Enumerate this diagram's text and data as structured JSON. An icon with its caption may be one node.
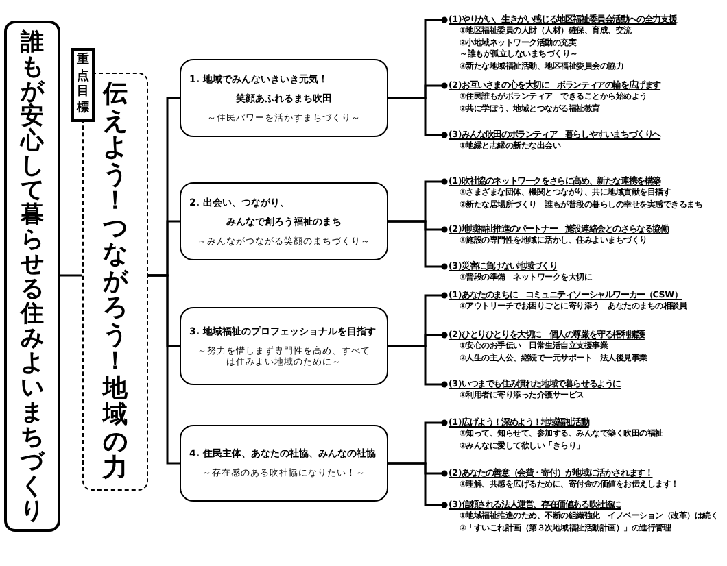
{
  "diagram": {
    "nodes": [
      {
        "text": [
          "誰もが安心して暮らせる住みよいまちづくり"
        ]
      },
      {
        "text": [
          "重点目標"
        ]
      },
      {
        "text": [
          "伝えよう！つながろう！地域の力"
        ]
      },
      {
        "text": [
          "1. 地域でみんないきいき元気！",
          "笑顔あふれるまち吹田",
          "～住民パワーを活かすまちづくり～"
        ]
      },
      {
        "text": [
          "2. 出会い、つながり、",
          "みんなで創ろう福祉のまち",
          "～みんながつながる笑顔のまちづくり～"
        ]
      },
      {
        "text": [
          "3. 地域福祉のプロフェッショナルを目指す",
          "～努力を惜しまず専門性を高め、すべては住みよい地域のために～"
        ]
      },
      {
        "text": [
          "4. 住民主体、あなたの社協、みんなの社協",
          "～存在感のある吹社協になりたい！～"
        ]
      },
      {
        "text": [
          "(1)やりがい、生きがい感じる地区福祉委員会活動への全力支援",
          "①地区福祉委員の人財（人材）確保、育成、交流",
          "②小地域ネットワーク活動の充実",
          "～誰もが孤立しないまちづくり～",
          "③新たな地域福祉活動、地区福祉委員会の協力"
        ]
      },
      {
        "text": [
          "(2)お互いさまの心を大切に　ボランティアの輪を広げます",
          "①住民誰もがボランティア　できることから始めよう",
          "②共に学ぼう、地域とつながる福祉教育"
        ]
      },
      {
        "text": [
          "(3)みんな吹田のボランティア　暮らしやすいまちづくりへ",
          "①地縁と志縁の新たな出会い"
        ]
      },
      {
        "text": [
          "(1)吹社協のネットワークをさらに高め、新たな連携を構築",
          "①さまざまな団体、機関とつながり、共に地域貢献を目指す",
          "②新たな居場所づくり　誰もが普段の暮らしの幸せを実感できるまち"
        ]
      },
      {
        "text": [
          "(2)地域福祉推進のパートナー　施設連絡会とのさらなる協働",
          "①施設の専門性を地域に活かし、住みよいまちづくり"
        ]
      },
      {
        "text": [
          "(3)災害に負けない地域づくり",
          "①普段の準備　ネットワークを大切に"
        ]
      },
      {
        "text": [
          "(1)あなたのまちに　コミュニティソーシャルワーカー（CSW）",
          "①アウトリーチでお困りごとに寄り添う　あなたのまちの相談員"
        ]
      },
      {
        "text": [
          "(2)ひとりひとりを大切に　個人の尊厳を守る権利擁護",
          "①安心のお手伝い　日常生活自立支援事業",
          "②人生の主人公、継続で一元サポート　法人後見事業"
        ]
      },
      {
        "text": [
          "(3)いつまでも住み慣れた地域で暮らせるように",
          "①利用者に寄り添った介護サービス"
        ]
      },
      {
        "text": [
          "(1)広げよう！深めよう！地域福祉活動",
          "①知って、知らせて、参加する、みんなで築く吹田の福祉",
          "②みんなに愛して欲しい「きらり」"
        ]
      },
      {
        "text": [
          "(2)あなたの善意（会費・寄付）が地域に活かされます！",
          "①理解、共感を広げるために、寄付金の価値をお伝えします！"
        ]
      },
      {
        "text": [
          "(3)信頼される法人運営、存在価値ある吹社協に",
          "①地域福祉推進のため、不断の組織強化　イノベーション（改革）は続く",
          "②「すいこれ計画（第３次地域福祉活動計画）」の進行管理"
        ]
      }
    ],
    "edges": [
      {
        "from": 0,
        "to": 2,
        "arrow": "none"
      },
      {
        "from": 2,
        "to": 3,
        "arrow": "none"
      },
      {
        "from": 2,
        "to": 4,
        "arrow": "none"
      },
      {
        "from": 2,
        "to": 5,
        "arrow": "none"
      },
      {
        "from": 2,
        "to": 6,
        "arrow": "none"
      },
      {
        "from": 3,
        "to": 7,
        "arrow": "other"
      },
      {
        "from": 3,
        "to": 8,
        "arrow": "other"
      },
      {
        "from": 3,
        "to": 9,
        "arrow": "other"
      },
      {
        "from": 4,
        "to": 10,
        "arrow": "other"
      },
      {
        "from": 4,
        "to": 11,
        "arrow": "other"
      },
      {
        "from": 4,
        "to": 12,
        "arrow": "other"
      },
      {
        "from": 5,
        "to": 13,
        "arrow": "other"
      },
      {
        "from": 5,
        "to": 14,
        "arrow": "other"
      },
      {
        "from": 5,
        "to": 15,
        "arrow": "other"
      },
      {
        "from": 6,
        "to": 16,
        "arrow": "other"
      },
      {
        "from": 6,
        "to": 17,
        "arrow": "other"
      },
      {
        "from": 6,
        "to": 18,
        "arrow": "other"
      }
    ]
  }
}
